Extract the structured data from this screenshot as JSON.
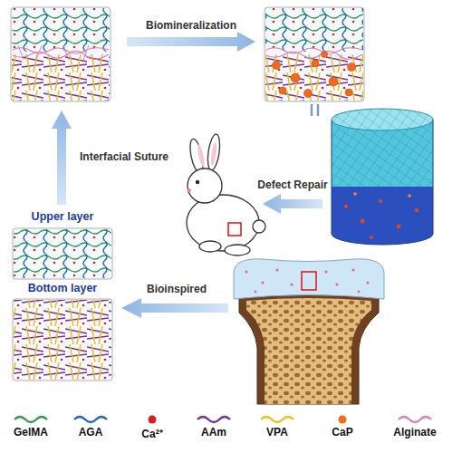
{
  "diagram": {
    "nodes": [
      {
        "text": [
          "Upper layer"
        ]
      },
      {
        "text": [
          "Bottom layer"
        ]
      }
    ],
    "labels": [
      "Biomineralization",
      "Interfacial Suture",
      "Defect Repair",
      "Bioinspired"
    ],
    "legend": [
      {
        "text": "GelMA"
      },
      {
        "text": "AGA"
      },
      {
        "text": "Ca²⁺"
      },
      {
        "text": "AAm"
      },
      {
        "text": "VPA"
      },
      {
        "text": "CaP"
      },
      {
        "text": "Alginate"
      }
    ]
  }
}
